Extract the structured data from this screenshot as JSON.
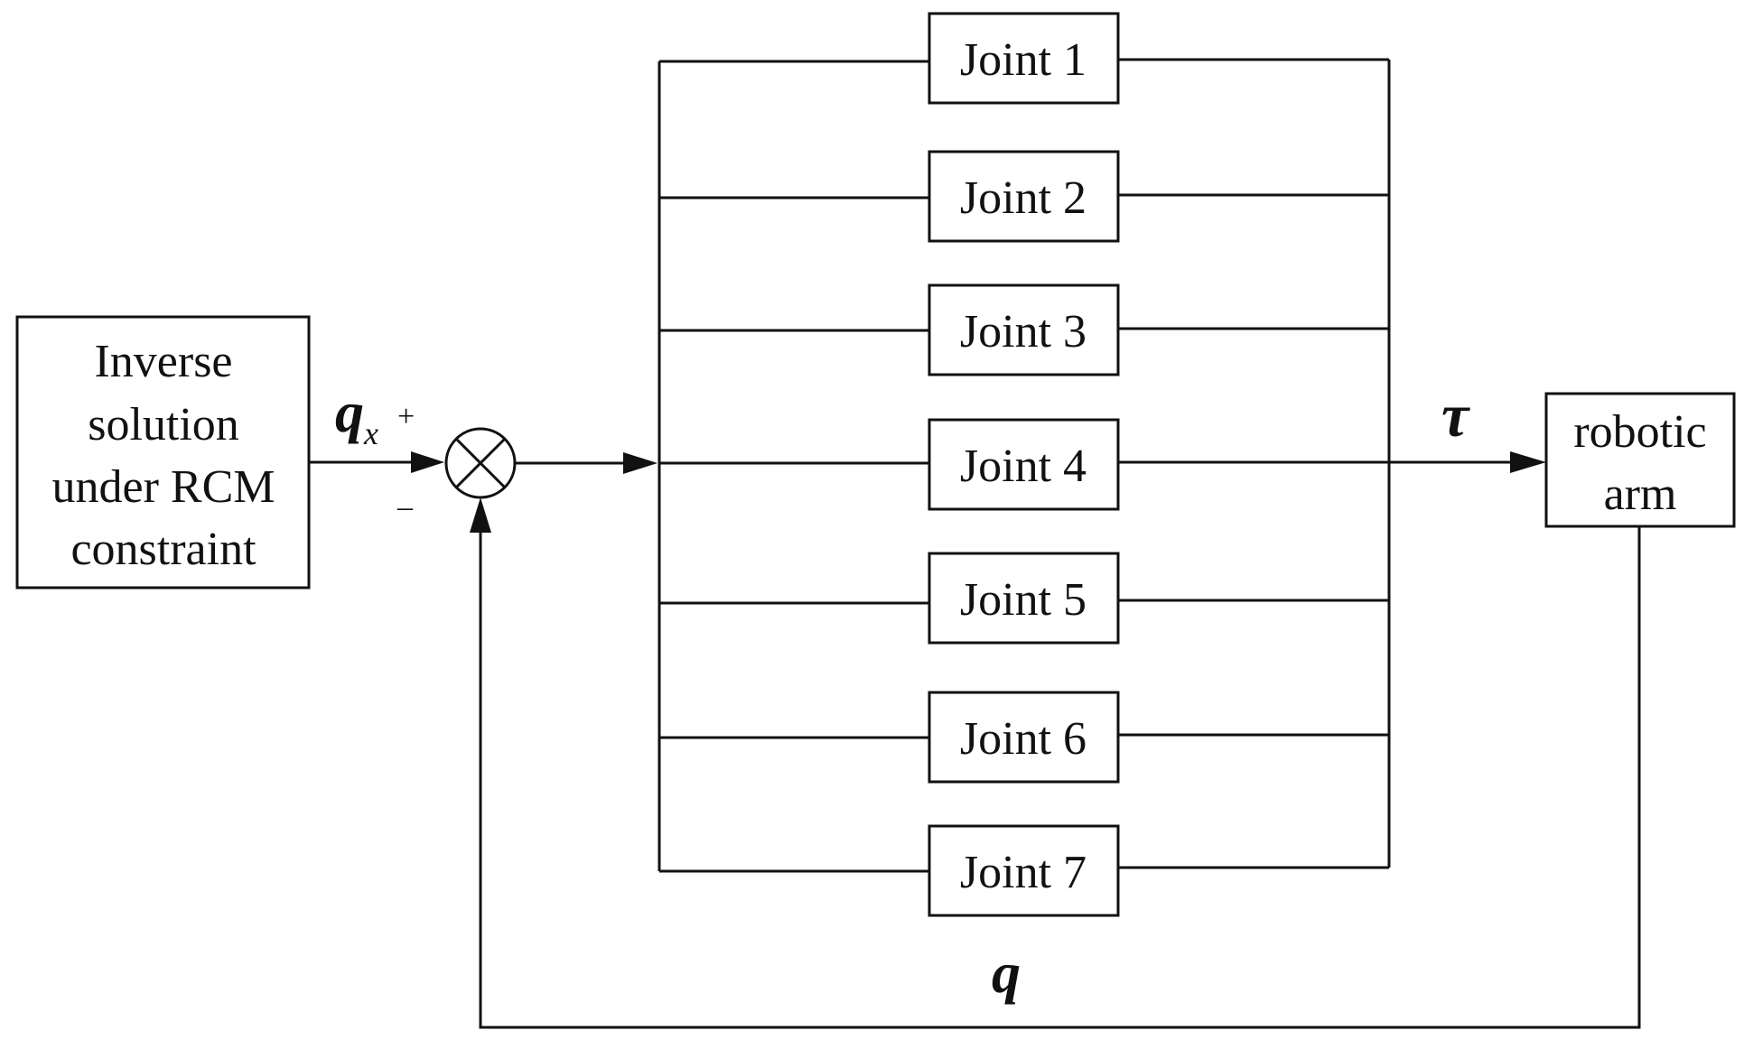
{
  "inverse_block": {
    "lines": [
      "Inverse",
      "solution",
      "under RCM",
      "constraint"
    ]
  },
  "signals": {
    "qx_main": "q",
    "qx_sub": "x",
    "plus": "+",
    "minus": "–",
    "tau": "τ",
    "q_feedback": "q"
  },
  "joints": [
    "Joint 1",
    "Joint 2",
    "Joint 3",
    "Joint 4",
    "Joint 5",
    "Joint 6",
    "Joint 7"
  ],
  "robot_block": {
    "lines": [
      "robotic",
      "arm"
    ]
  }
}
